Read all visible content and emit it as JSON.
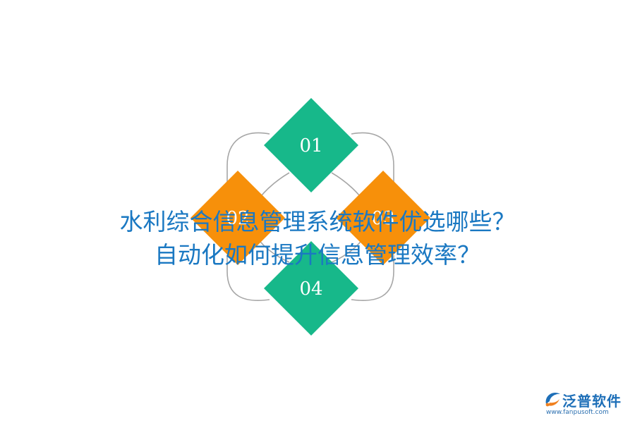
{
  "diagram": {
    "nodes": [
      {
        "label": "01",
        "color": "#17b88a"
      },
      {
        "label": "02",
        "color": "#f7900a"
      },
      {
        "label": "03",
        "color": "#f7900a"
      },
      {
        "label": "04",
        "color": "#17b88a"
      }
    ],
    "connector_color": "#a6a6a6"
  },
  "headline": {
    "line1": "水利综合信息管理系统软件优选哪些？",
    "line2": "自动化如何提升信息管理效率？",
    "color": "#1a78c2"
  },
  "logo": {
    "name": "泛普软件",
    "url": "www.fanpusoft.com",
    "brand_color": "#1e6fb8",
    "accent_color": "#f0801e"
  }
}
